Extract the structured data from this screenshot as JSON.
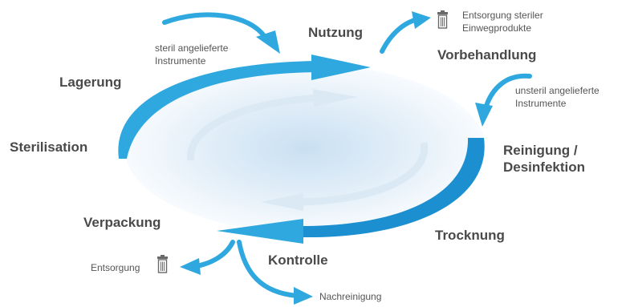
{
  "colors": {
    "arrow_primary": "#2fa8df",
    "arrow_dark": "#1b8fcf",
    "ellipse_center": "#cde3f3",
    "ellipse_edge": "#ffffff",
    "inner_arrow": "#dceaf6",
    "text_stage": "#4a4a4a",
    "text_note": "#555555",
    "bin_icon": "#6a6a6a"
  },
  "stages": {
    "nutzung": "Nutzung",
    "vorbehandlung": "Vorbehandlung",
    "reinigung_line1": "Reinigung /",
    "reinigung_line2": "Desinfektion",
    "trocknung": "Trocknung",
    "kontrolle": "Kontrolle",
    "verpackung": "Verpackung",
    "sterilisation": "Sterilisation",
    "lagerung": "Lagerung"
  },
  "notes": {
    "steril_line1": "steril angelieferte",
    "steril_line2": "Instrumente",
    "entsorgung_steril_line1": "Entsorgung steriler",
    "entsorgung_steril_line2": "Einwegprodukte",
    "unsteril_line1": "unsteril angelieferte",
    "unsteril_line2": "Instrumente",
    "entsorgung": "Entsorgung",
    "nachreinigung": "Nachreinigung"
  },
  "icons": {
    "bin_top": "trash-bin-icon",
    "bin_bottom": "trash-bin-icon",
    "cycle": "cycle-arrow-icon"
  }
}
